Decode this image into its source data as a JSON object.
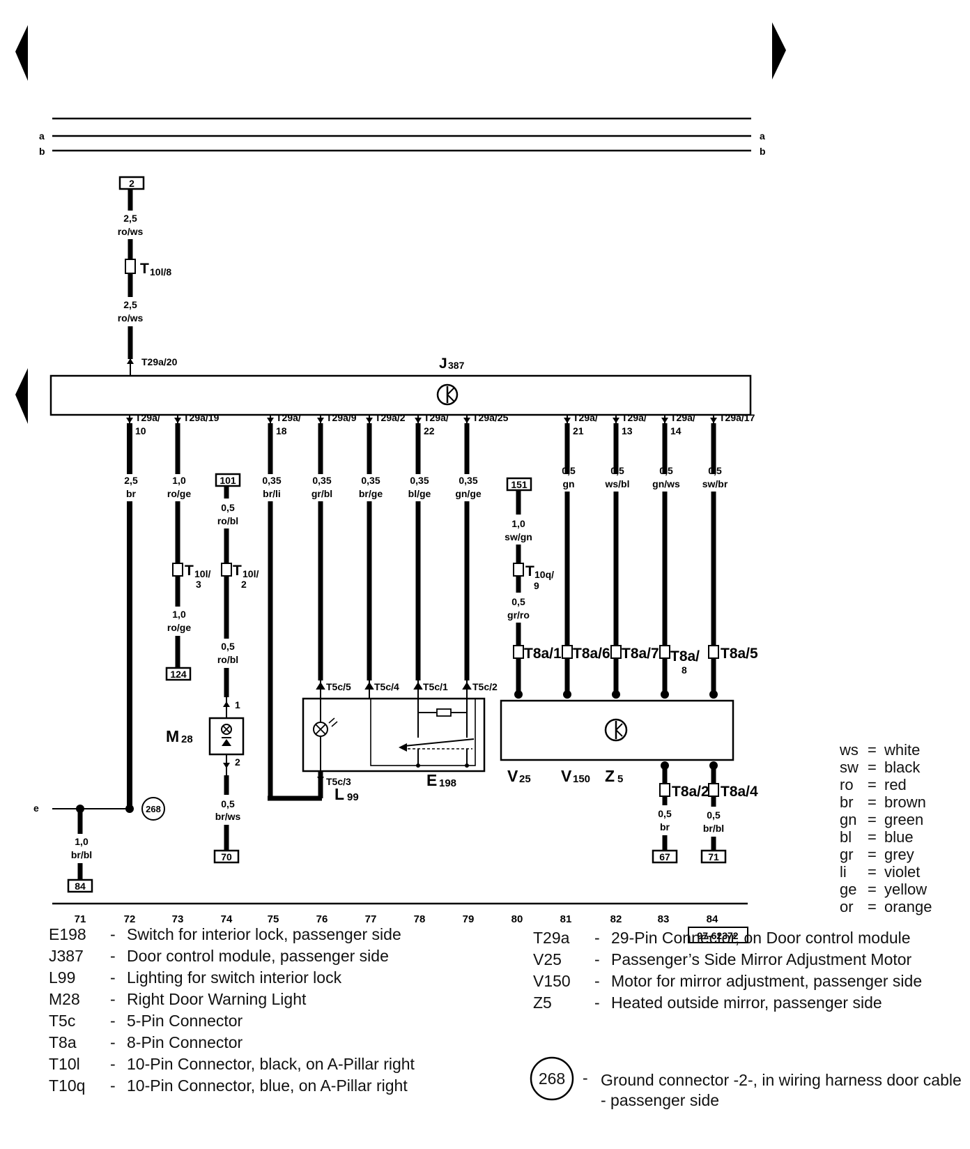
{
  "diagram": {
    "rails": [
      "a",
      "b",
      "e"
    ],
    "module": {
      "code": "J",
      "sub": "387"
    },
    "top_wire": {
      "terminal": "2",
      "size1": "2,5",
      "color1": "ro/ws",
      "connector": "T",
      "connector_sub": "10l/8",
      "size2": "2,5",
      "color2": "ro/ws",
      "pin": "T29a/20"
    },
    "pins": [
      {
        "label1": "T29a/",
        "label2": "10",
        "size": "2,5",
        "color": "br"
      },
      {
        "label1": "T29a/19",
        "label2": "",
        "size": "1,0",
        "color": "ro/ge"
      },
      {
        "label1": "T29a/",
        "label2": "18",
        "size": "0,35",
        "color": "br/li"
      },
      {
        "label1": "T29a/9",
        "label2": "",
        "size": "0,35",
        "color": "gr/bl"
      },
      {
        "label1": "T29a/2",
        "label2": "",
        "size": "0,35",
        "color": "br/ge"
      },
      {
        "label1": "T29a/",
        "label2": "22",
        "size": "0,35",
        "color": "bl/ge"
      },
      {
        "label1": "T29a/25",
        "label2": "",
        "size": "0,35",
        "color": "gn/ge"
      },
      {
        "label1": "T29a/",
        "label2": "21",
        "size": "0,5",
        "color": "gn"
      },
      {
        "label1": "T29a/",
        "label2": "13",
        "size": "0,5",
        "color": "ws/bl"
      },
      {
        "label1": "T29a/",
        "label2": "14",
        "size": "0,5",
        "color": "gn/ws"
      },
      {
        "label1": "T29a/17",
        "label2": "",
        "size": "0,5",
        "color": "sw/br"
      }
    ],
    "t73": {
      "conn": "T",
      "sub1": "10l/",
      "sub2": "3",
      "size": "1,0",
      "color": "ro/ge",
      "terminal": "124"
    },
    "t74": {
      "terminal_top": "101",
      "size1": "0,5",
      "color1": "ro/bl",
      "conn": "T",
      "sub1": "10l/",
      "sub2": "2",
      "size2": "0,5",
      "color2": "ro/bl",
      "pin1": "1",
      "pin2": "2",
      "size3": "0,5",
      "color3": "br/ws",
      "terminal": "70",
      "component": "M",
      "component_sub": "28"
    },
    "t80": {
      "terminal_top": "151",
      "size1": "1,0",
      "color1": "sw/gn",
      "conn": "T",
      "sub1": "10q/",
      "sub2": "9",
      "size2": "0,5",
      "color2": "gr/ro"
    },
    "t5c": [
      "T5c/5",
      "T5c/4",
      "T5c/1",
      "T5c/2",
      "T5c/3"
    ],
    "t8a": [
      "T8a/1",
      "T8a/6",
      "T8a/7",
      "T8a/",
      "8",
      "T8a/5",
      "T8a/2",
      "T8a/4"
    ],
    "comp_L": {
      "code": "L",
      "sub": "99"
    },
    "comp_E": {
      "code": "E",
      "sub": "198"
    },
    "comp_V25": {
      "code": "V",
      "sub": "25"
    },
    "comp_V150": {
      "code": "V",
      "sub": "150"
    },
    "comp_Z5": {
      "code": "Z",
      "sub": "5"
    },
    "bottom83": {
      "size": "0,5",
      "color": "br",
      "terminal": "67"
    },
    "bottom84": {
      "size": "0,5",
      "color": "br/bl",
      "terminal": "71"
    },
    "ground": {
      "id": "268",
      "size": "1,0",
      "color": "br/bl",
      "terminal": "84"
    },
    "track_numbers": [
      "71",
      "72",
      "73",
      "74",
      "75",
      "76",
      "77",
      "78",
      "79",
      "80",
      "81",
      "82",
      "83",
      "84"
    ],
    "ref": "97-62372"
  },
  "color_key": [
    {
      "code": "ws",
      "name": "white"
    },
    {
      "code": "sw",
      "name": "black"
    },
    {
      "code": "ro",
      "name": "red"
    },
    {
      "code": "br",
      "name": "brown"
    },
    {
      "code": "gn",
      "name": "green"
    },
    {
      "code": "bl",
      "name": "blue"
    },
    {
      "code": "gr",
      "name": "grey"
    },
    {
      "code": "li",
      "name": "violet"
    },
    {
      "code": "ge",
      "name": "yellow"
    },
    {
      "code": "or",
      "name": "orange"
    }
  ],
  "legend_left": [
    {
      "code": "E198",
      "desc": "Switch for interior lock, passenger side"
    },
    {
      "code": "J387",
      "desc": "Door control module, passenger side"
    },
    {
      "code": "L99",
      "desc": "Lighting for switch interior lock"
    },
    {
      "code": "M28",
      "desc": "Right Door Warning Light"
    },
    {
      "code": "T5c",
      "desc": "5-Pin Connector"
    },
    {
      "code": "T8a",
      "desc": "8-Pin Connector"
    },
    {
      "code": "T10l",
      "desc": "10-Pin Connector, black, on A-Pillar right"
    },
    {
      "code": "T10q",
      "desc": "10-Pin Connector, blue, on A-Pillar right"
    }
  ],
  "legend_right": [
    {
      "code": "T29a",
      "desc": "29-Pin Connector, on Door control module"
    },
    {
      "code": "V25",
      "desc": "Passenger’s Side Mirror Adjustment Motor"
    },
    {
      "code": "V150",
      "desc": "Motor for mirror adjustment, passenger side"
    },
    {
      "code": "Z5",
      "desc": "Heated outside mirror, passenger side"
    }
  ],
  "ground_legend": {
    "id": "268",
    "desc": "Ground connector -2-, in wiring harness door cable - passenger side"
  }
}
